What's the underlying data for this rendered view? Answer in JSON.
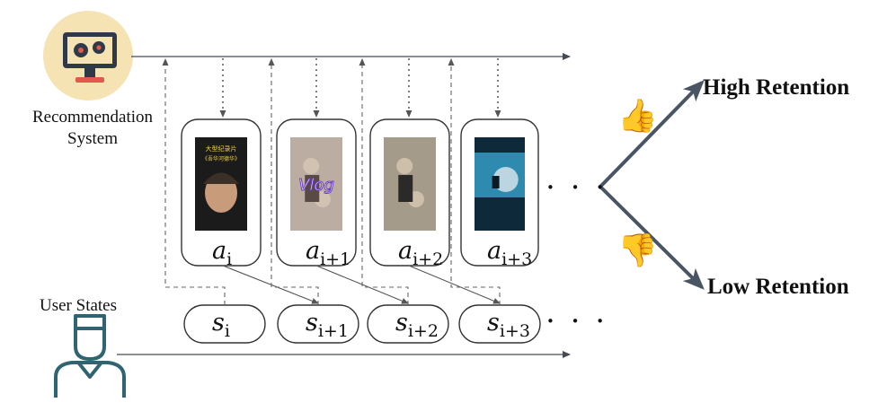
{
  "system": {
    "label_line1": "Recommendation",
    "label_line2": "System",
    "icon": "monitor-gears-icon"
  },
  "user": {
    "label": "User States",
    "icon": "user-avatar-icon"
  },
  "actions": [
    {
      "base": "a",
      "sub": "i"
    },
    {
      "base": "a",
      "sub": "i+1"
    },
    {
      "base": "a",
      "sub": "i+2"
    },
    {
      "base": "a",
      "sub": "i+3"
    }
  ],
  "states": [
    {
      "base": "s",
      "sub": "i"
    },
    {
      "base": "s",
      "sub": "i+1"
    },
    {
      "base": "s",
      "sub": "i+2"
    },
    {
      "base": "s",
      "sub": "i+3"
    }
  ],
  "video_card_text": {
    "card1_title": "大型纪录片",
    "card1_subtitle": "《吾华河德华》",
    "card2_overlay": "Vlog"
  },
  "outcomes": {
    "high": "High Retention",
    "low": "Low Retention"
  },
  "ellipsis": "• • •",
  "colors": {
    "arrow": "#444b55",
    "outcome_arrow": "#4a5563",
    "badge_bg": "#f6e3b4",
    "monitor": "#2e3a47",
    "gear": "#e2584a",
    "user_icon": "#2f6470"
  }
}
